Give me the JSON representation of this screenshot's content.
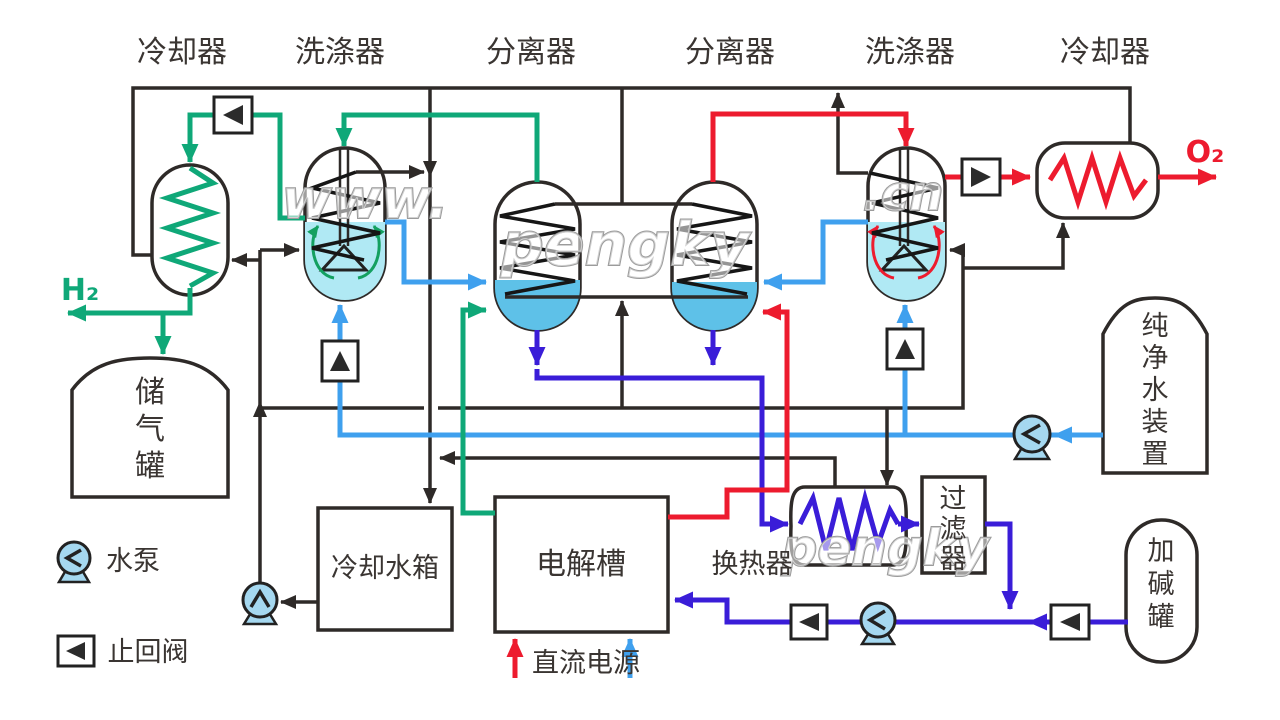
{
  "colors": {
    "pipe_black": "#2e2a28",
    "h2_green": "#0fa878",
    "o2_red": "#ed1b2e",
    "pure_water_blue": "#3fa0ee",
    "lye_dark_blue": "#3a1dd8",
    "scrubber_liquid": "#b0e9f4",
    "separator_liquid": "#5ec1e8",
    "pump_fill": "#a5d8f0",
    "label_dark": "#3a3532",
    "watermark_gray": "#9b9b9b"
  },
  "top_labels": [
    "冷却器",
    "洗涤器",
    "分离器",
    "分离器",
    "洗涤器",
    "冷却器"
  ],
  "components": {
    "gas_storage_tank": "储气罐",
    "cooling_water_tank": "冷却水箱",
    "electrolyzer": "电解槽",
    "heat_exchanger": "换热器",
    "filter": "过滤器",
    "pure_water_unit": "纯净水装置",
    "alkali_tank": "加碱罐"
  },
  "streams": {
    "hydrogen": "H₂",
    "oxygen": "O₂",
    "dc_power": "直流电源"
  },
  "legend": {
    "pump": "水泵",
    "check_valve": "止回阀"
  },
  "watermarks": [
    "www.",
    "pengky",
    ".cn",
    "pengky"
  ]
}
